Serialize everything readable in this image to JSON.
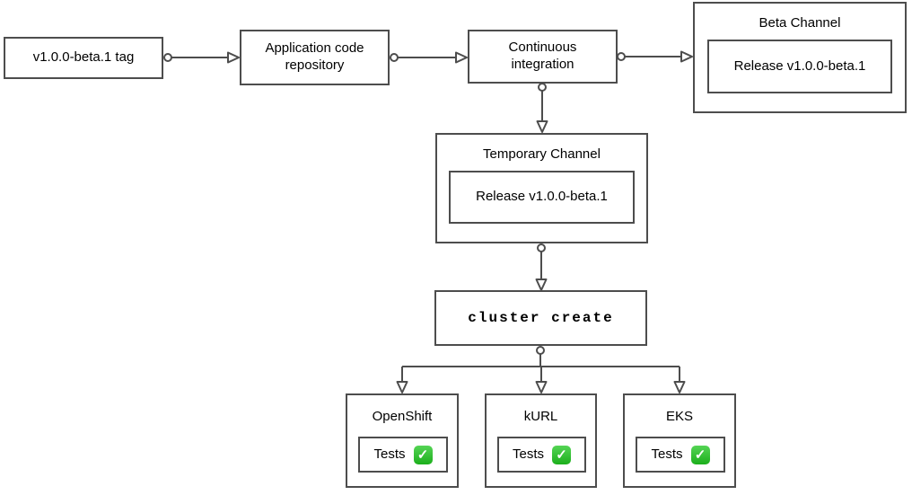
{
  "diagram": {
    "title": "Beta release CI pipeline flowchart",
    "colors": {
      "stroke": "#4d4d4d",
      "text": "#000000",
      "background": "#ffffff",
      "check_green": "#1caf1c"
    },
    "check_icon": {
      "glyph": "✓",
      "name": "check-mark-button-emoji"
    },
    "nodes": {
      "tag": {
        "label": "v1.0.0-beta.1 tag"
      },
      "repo": {
        "label": "Application code repository"
      },
      "ci": {
        "label": "Continuous integration"
      },
      "beta_channel": {
        "title": "Beta Channel",
        "release_label": "Release v1.0.0-beta.1"
      },
      "temporary_channel": {
        "title": "Temporary Channel",
        "release_label": "Release v1.0.0-beta.1"
      },
      "cluster_create": {
        "label": "cluster create"
      },
      "clusters": [
        {
          "title": "OpenShift",
          "tests_label": "Tests",
          "status": "passed"
        },
        {
          "title": "kURL",
          "tests_label": "Tests",
          "status": "passed"
        },
        {
          "title": "EKS",
          "tests_label": "Tests",
          "status": "passed"
        }
      ]
    },
    "edges": [
      "tag -> repo",
      "repo -> ci",
      "ci -> beta_channel",
      "ci -> temporary_channel",
      "temporary_channel -> cluster_create",
      "cluster_create -> openshift",
      "cluster_create -> kurl",
      "cluster_create -> eks"
    ]
  }
}
